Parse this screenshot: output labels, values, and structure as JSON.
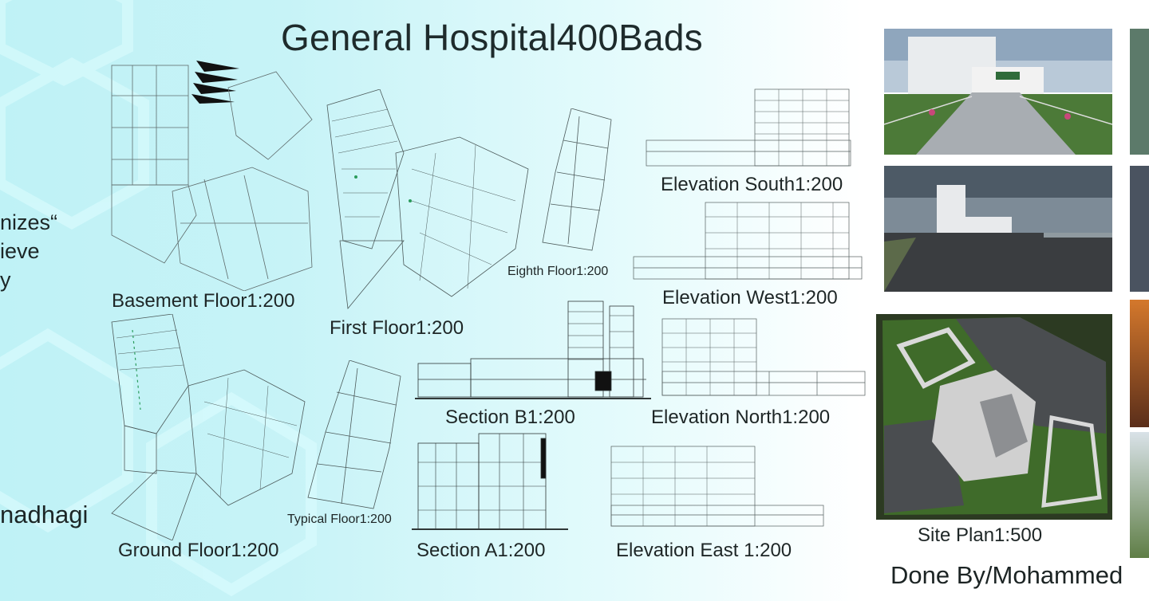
{
  "title": "General Hospital400Bads",
  "left_fragments": [
    "nizes“",
    "ieve",
    "y",
    "nadhagi"
  ],
  "plans": {
    "basement": "Basement Floor1:200",
    "first": "First Floor1:200",
    "eighth": "Eighth Floor1:200",
    "ground": "Ground Floor1:200",
    "typical": "Typical Floor1:200"
  },
  "sections": {
    "b1": "Section B1:200",
    "a1": "Section A1:200"
  },
  "elevations": {
    "south": "Elevation South1:200",
    "west": "Elevation West1:200",
    "north": "Elevation North1:200",
    "east": "Elevation East 1:200"
  },
  "site_plan": "Site Plan1:500",
  "credit": "Done By/Mohammed",
  "icons": [
    "north-arrow-icon"
  ],
  "colors": {
    "accent_cyan": "#bff2f6",
    "grass": "#3f6b2a",
    "asphalt": "#3a3d40"
  }
}
